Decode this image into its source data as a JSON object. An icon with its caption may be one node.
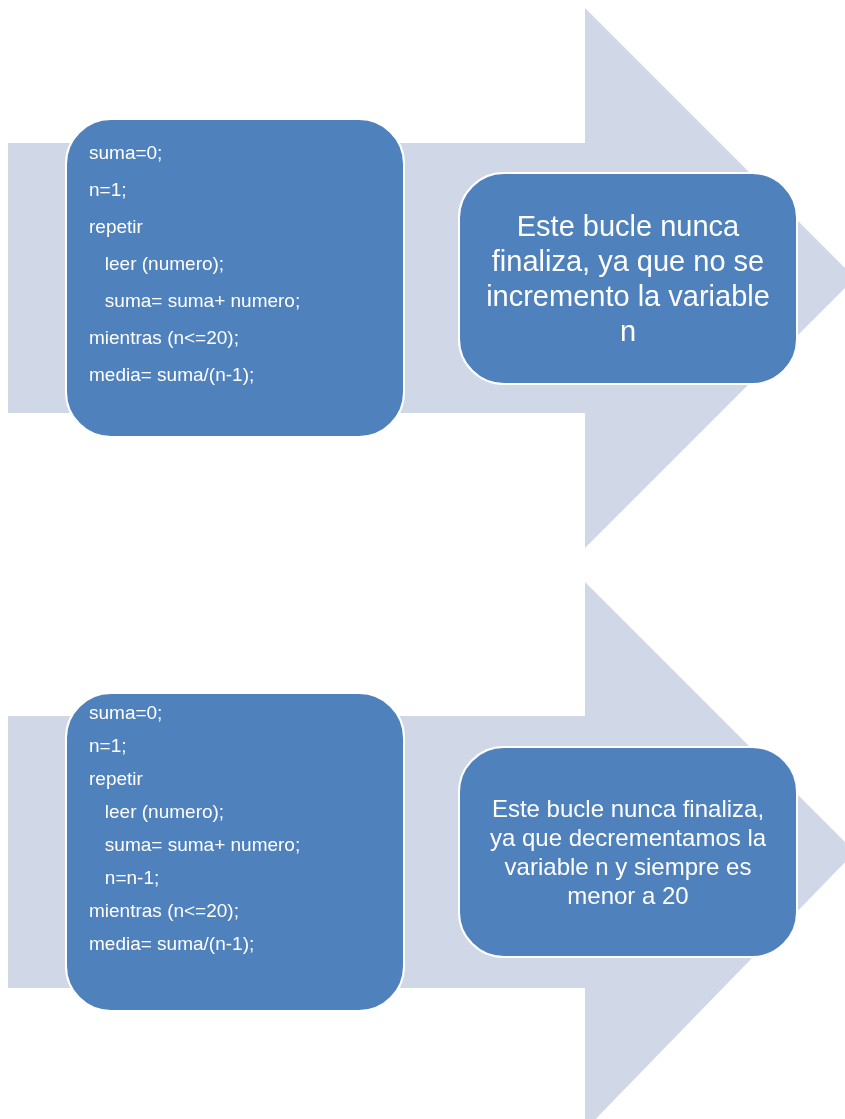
{
  "diagram": {
    "nodes": [
      {
        "text": [
          "suma=0;",
          "n=1;",
          "repetir",
          "   leer (numero);",
          "   suma= suma+ numero;",
          "mientras (n<=20);",
          "media= suma/(n-1);"
        ]
      },
      {
        "text": [
          "Este bucle nunca finaliza, ya que no se incremento la variable n"
        ]
      },
      {
        "text": [
          "suma=0;",
          "n=1;",
          "repetir",
          "   leer (numero);",
          "   suma= suma+ numero;",
          "   n=n-1;",
          "mientras (n<=20);",
          "media= suma/(n-1);"
        ]
      },
      {
        "text": [
          "Este bucle nunca finaliza, ya que decrementamos la variable n y siempre es menor a 20"
        ]
      }
    ]
  }
}
